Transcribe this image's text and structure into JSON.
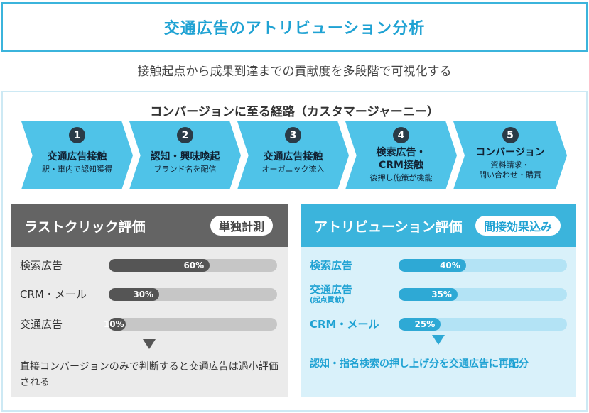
{
  "title": "交通広告のアトリビューション分析",
  "subtitle": "接触起点から成果到達までの貢献度を多段階で可視化する",
  "journey": {
    "title": "コンバージョンに至る経路（カスタマージャーニー）",
    "steps": [
      {
        "num": "1",
        "line1": "交通広告接触",
        "line2": "駅・車内で認知獲得"
      },
      {
        "num": "2",
        "line1": "認知・興味喚起",
        "line2": "ブランド名を配信"
      },
      {
        "num": "3",
        "line1": "交通広告接触",
        "line2": "オーガニック流入"
      },
      {
        "num": "4",
        "line1": "検索広告・\nCRM接触",
        "line2": "後押し施策が機能"
      },
      {
        "num": "5",
        "line1": "コンバージョン",
        "line2": "資料請求・\n問い合わせ・購買"
      }
    ]
  },
  "last_click": {
    "title": "ラストクリック評価",
    "badge": "単独計測",
    "rows": [
      {
        "label": "検索広告",
        "value": 60,
        "value_label": "60%"
      },
      {
        "label": "CRM・メール",
        "value": 30,
        "value_label": "30%"
      },
      {
        "label": "交通広告",
        "value": 10,
        "value_label": "10%"
      }
    ],
    "note": "直接コンバージョンのみで判断すると交通広告は過小評価される"
  },
  "attribution": {
    "title": "アトリビューション評価",
    "badge": "間接効果込み",
    "rows": [
      {
        "label": "検索広告",
        "sub": "",
        "value": 40,
        "value_label": "40%"
      },
      {
        "label": "交通広告",
        "sub": "(起点貢献)",
        "value": 35,
        "value_label": "35%"
      },
      {
        "label": "CRM・メール",
        "sub": "",
        "value": 25,
        "value_label": "25%"
      }
    ],
    "note": "認知・指名検索の押し上げ分を交通広告に再配分"
  },
  "colors": {
    "accent": "#3bb4dc",
    "step_fill": "#4fc3e8",
    "dark_panel": "#646464",
    "light_panel": "#ebebeb",
    "blue_panel": "#d9f1fa"
  }
}
